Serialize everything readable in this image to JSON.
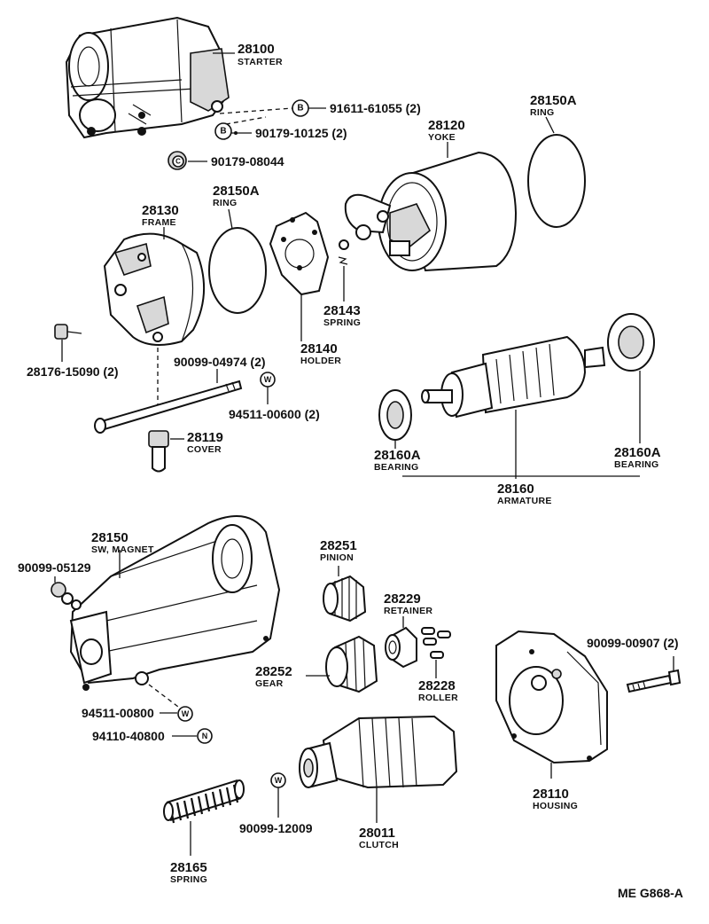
{
  "diagram_code": "ME  G868-A",
  "parts": {
    "starter": {
      "number": "28100",
      "name": "STARTER"
    },
    "p91611": {
      "number": "91611-61055 (2)",
      "badge": "B"
    },
    "p90179a": {
      "number": "90179-10125 (2)",
      "badge": "B"
    },
    "p90179b": {
      "number": "90179-08044",
      "badge": "C"
    },
    "yoke": {
      "number": "28120",
      "name": "YOKE"
    },
    "ring_top": {
      "number": "28150A",
      "name": "RING"
    },
    "frame": {
      "number": "28130",
      "name": "FRAME"
    },
    "ring_mid": {
      "number": "28150A",
      "name": "RING"
    },
    "spring_143": {
      "number": "28143",
      "name": "SPRING"
    },
    "holder": {
      "number": "28140",
      "name": "HOLDER"
    },
    "p28176": {
      "number": "28176-15090 (2)"
    },
    "p90099_04974": {
      "number": "90099-04974 (2)"
    },
    "p94511_00600": {
      "number": "94511-00600 (2)",
      "badge": "W"
    },
    "cover": {
      "number": "28119",
      "name": "COVER"
    },
    "bearing_left": {
      "number": "28160A",
      "name": "BEARING"
    },
    "bearing_right": {
      "number": "28160A",
      "name": "BEARING"
    },
    "armature": {
      "number": "28160",
      "name": "ARMATURE"
    },
    "sw_magnet": {
      "number": "28150",
      "name": "SW, MAGNET"
    },
    "p90099_05129": {
      "number": "90099-05129"
    },
    "pinion": {
      "number": "28251",
      "name": "PINION"
    },
    "retainer": {
      "number": "28229",
      "name": "RETAINER"
    },
    "p90099_00907": {
      "number": "90099-00907 (2)"
    },
    "gear": {
      "number": "28252",
      "name": "GEAR"
    },
    "roller": {
      "number": "28228",
      "name": "ROLLER"
    },
    "p94511_00800": {
      "number": "94511-00800",
      "badge": "W"
    },
    "p94110_40800": {
      "number": "94110-40800",
      "badge": "N"
    },
    "p90099_12009": {
      "number": "90099-12009",
      "badge": "W"
    },
    "clutch": {
      "number": "28011",
      "name": "CLUTCH"
    },
    "housing": {
      "number": "28110",
      "name": "HOUSING"
    },
    "spring_165": {
      "number": "28165",
      "name": "SPRING"
    }
  }
}
